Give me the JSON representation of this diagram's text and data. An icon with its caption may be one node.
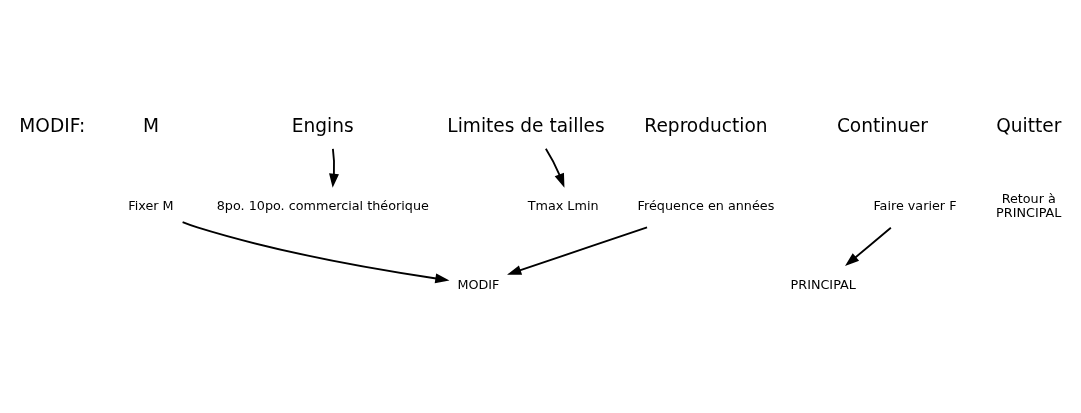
{
  "diagram": {
    "nodes": [
      {
        "text": [
          "Engins"
        ]
      },
      {
        "text": [
          "Limites de tailles"
        ]
      },
      {
        "text": [
          "Fixer M"
        ]
      },
      {
        "text": [
          "Tmax Lmin"
        ]
      },
      {
        "text": [
          "Fréquence en années"
        ]
      },
      {
        "text": [
          "Faire varier F"
        ]
      },
      {
        "text": [
          "8po. 10po. commercial théorique"
        ]
      },
      {
        "text": [
          "PRINCIPAL"
        ]
      },
      {
        "text": [
          "MODIF"
        ]
      }
    ],
    "edges": [
      {
        "from": 0,
        "to": 6,
        "arrow": "to"
      },
      {
        "from": 1,
        "to": 3,
        "arrow": "to"
      },
      {
        "from": 5,
        "to": 7,
        "arrow": "to"
      },
      {
        "from": 2,
        "to": 8,
        "arrow": "to"
      },
      {
        "from": 4,
        "to": 8,
        "arrow": "to"
      }
    ],
    "labels": [
      "MODIF:",
      "M",
      "Reproduction",
      "Continuer",
      "Quitter",
      "Retour à PRINCIPAL"
    ]
  }
}
